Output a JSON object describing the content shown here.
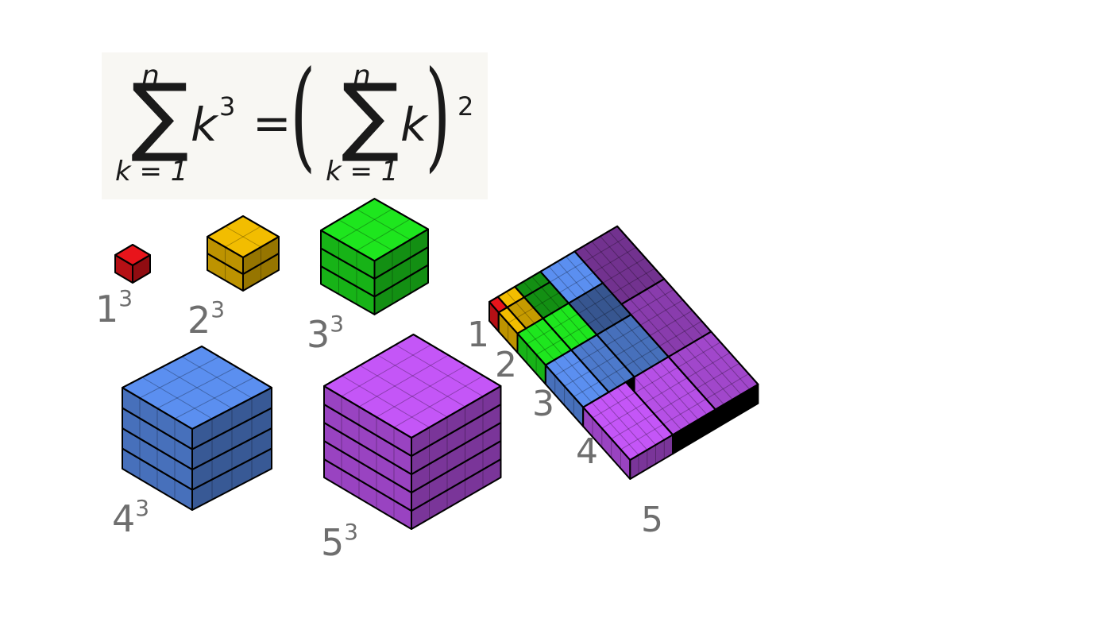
{
  "formula": {
    "sigma": "∑",
    "upper_left": "n",
    "lower_left": "k = 1",
    "term_left": "k",
    "exp_left": "3",
    "equals": "=",
    "open_paren": "(",
    "upper_right": "n",
    "lower_right": "k = 1",
    "term_right": "k",
    "close_paren": ")",
    "exp_right": "2"
  },
  "cubes": [
    {
      "base": "1",
      "exp": "3",
      "color": "#e8141b"
    },
    {
      "base": "2",
      "exp": "3",
      "color": "#f2bd00"
    },
    {
      "base": "3",
      "exp": "3",
      "color": "#1ee61e"
    },
    {
      "base": "4",
      "exp": "3",
      "color": "#5b8ff0"
    },
    {
      "base": "5",
      "exp": "3",
      "color": "#c456f7"
    }
  ],
  "slab_labels": [
    "1",
    "2",
    "3",
    "4",
    "5"
  ],
  "colors": {
    "red": "#e8141b",
    "yellow": "#f2bd00",
    "green": "#1ee61e",
    "blue": "#5b8ff0",
    "purple": "#c456f7",
    "formula_bg": "#f8f7f3",
    "label": "#6e6e6e"
  }
}
